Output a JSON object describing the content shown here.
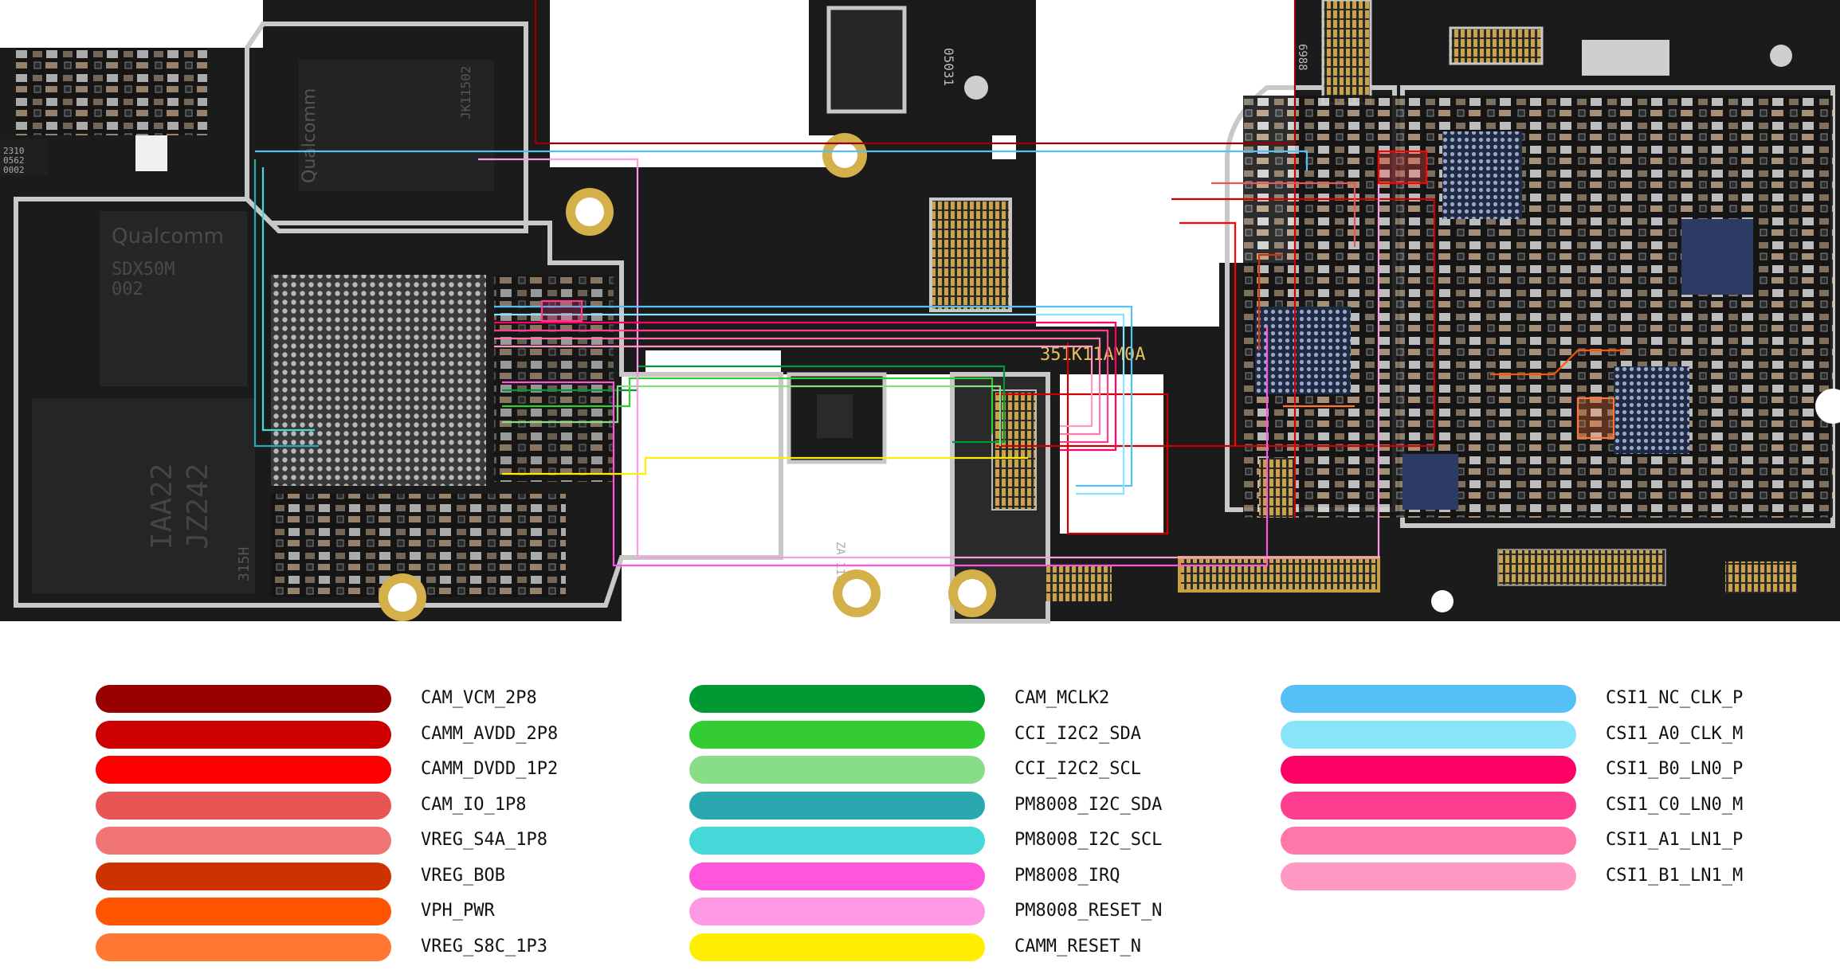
{
  "board_marks": {
    "chip_1": "Qualcomm",
    "chip_1_code": "SDX50M",
    "chip_1_sub": "002",
    "chip_2": "Qualcomm",
    "chip_3": "JZ242",
    "chip_3_sub": "IAA22",
    "chip_4": "315H",
    "chip_5": "JK11502",
    "part_code": "351K11AM0A",
    "label_2310": "2310",
    "label_0562": "0562",
    "label_0002": "0002",
    "label_05031": "05031",
    "label_6988": "6988",
    "label_1ZA110MY": "ZA 110 MY"
  },
  "legend": {
    "columns": [
      [
        {
          "name": "CAM_VCM_2P8",
          "color": "#990000"
        },
        {
          "name": "CAMM_AVDD_2P8",
          "color": "#cc0000"
        },
        {
          "name": "CAMM_DVDD_1P2",
          "color": "#ff0000"
        },
        {
          "name": "CAM_IO_1P8",
          "color": "#e85555"
        },
        {
          "name": "VREG_S4A_1P8",
          "color": "#f27575"
        },
        {
          "name": "VREG_BOB",
          "color": "#cc3300"
        },
        {
          "name": "VPH_PWR",
          "color": "#ff5500"
        },
        {
          "name": "VREG_S8C_1P3",
          "color": "#ff7733"
        }
      ],
      [
        {
          "name": "CAM_MCLK2",
          "color": "#009933"
        },
        {
          "name": "CCI_I2C2_SDA",
          "color": "#33cc33"
        },
        {
          "name": "CCI_I2C2_SCL",
          "color": "#88dd88"
        },
        {
          "name": "PM8008_I2C_SDA",
          "color": "#2aa8b0"
        },
        {
          "name": "PM8008_I2C_SCL",
          "color": "#44d8d8"
        },
        {
          "name": "PM8008_IRQ",
          "color": "#ff55dd"
        },
        {
          "name": "PM8008_RESET_N",
          "color": "#ff99e6"
        },
        {
          "name": "CAMM_RESET_N",
          "color": "#ffee00"
        }
      ],
      [
        {
          "name": "CSI1_NC_CLK_P",
          "color": "#55c0f5"
        },
        {
          "name": "CSI1_A0_CLK_M",
          "color": "#88e4f8"
        },
        {
          "name": "CSI1_B0_LN0_P",
          "color": "#ff0066"
        },
        {
          "name": "CSI1_C0_LN0_M",
          "color": "#ff3d8e"
        },
        {
          "name": "CSI1_A1_LN1_P",
          "color": "#ff77aa"
        },
        {
          "name": "CSI1_B1_LN1_M",
          "color": "#ff99c4"
        }
      ]
    ]
  }
}
